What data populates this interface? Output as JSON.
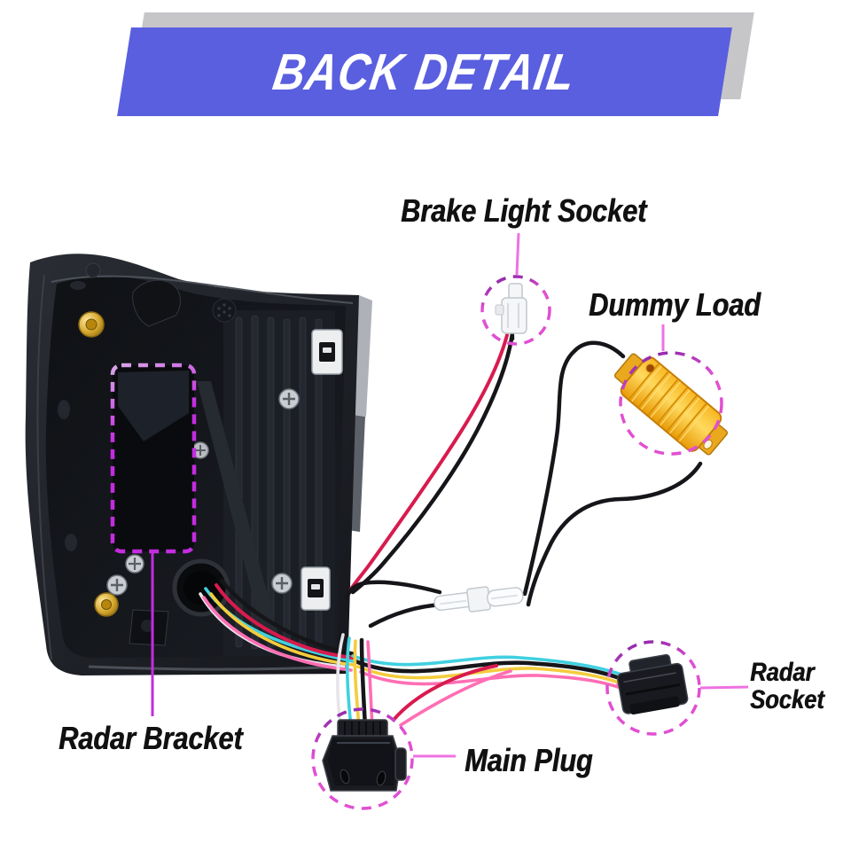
{
  "banner": {
    "title": "BACK DETAIL"
  },
  "labels": {
    "brake_light_socket": "Brake Light Socket",
    "dummy_load": "Dummy Load",
    "radar_socket_line1": "Radar",
    "radar_socket_line2": "Socket",
    "radar_bracket": "Radar Bracket",
    "main_plug": "Main Plug"
  },
  "colors": {
    "banner_blue": "#5a5fe0",
    "banner_shadow": "#c6c6c8",
    "banner_text": "#ffffff",
    "label_ink": "#111111",
    "callout_magenta": "#e14fd2",
    "callout_purple": "#7c1fa0",
    "leader_pink": "#ee72e2",
    "bracket_violet": "#c42ce0",
    "wire_black": "#16161a",
    "wire_red": "#d81b4e",
    "wire_pink": "#ff6eb4",
    "wire_cyan": "#40d0e0",
    "wire_yellow": "#f4cc3c",
    "wire_white": "#e6e6ea",
    "dummy_gold": "#f2a50c",
    "dummy_gold_light": "#ffd95e",
    "dummy_gold_dark": "#c77d06",
    "clip_white": "#eceef0",
    "stud_gold": "#d4a62a"
  }
}
